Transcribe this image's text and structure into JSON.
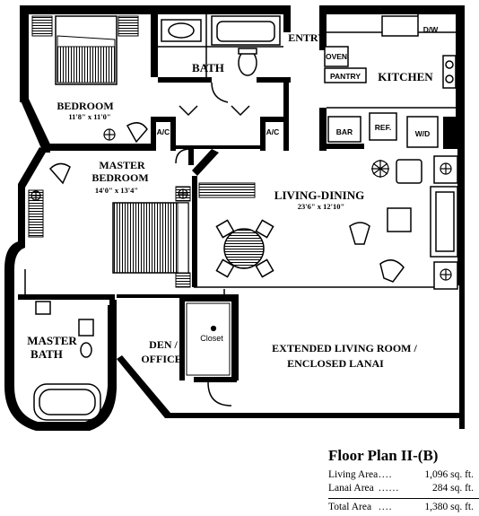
{
  "rooms": {
    "bedroom": {
      "name": "BEDROOM",
      "dims": "11'8\" x 11'0\""
    },
    "bath": {
      "name": "BATH"
    },
    "entry": {
      "name": "ENTRY"
    },
    "kitchen": {
      "name": "KITCHEN"
    },
    "master_bedroom": {
      "name_line1": "MASTER",
      "name_line2": "BEDROOM",
      "dims": "14'0\" x 13'4\""
    },
    "living_dining": {
      "name": "LIVING-DINING",
      "dims": "23'6\" x 12'10\""
    },
    "master_bath": {
      "name_line1": "MASTER",
      "name_line2": "BATH"
    },
    "den": {
      "name_line1": "DEN /",
      "name_line2": "OFFICE"
    },
    "closet": {
      "name": "Closet"
    },
    "lanai": {
      "name_line1": "EXTENDED LIVING ROOM /",
      "name_line2": "ENCLOSED LANAI"
    }
  },
  "appliances": {
    "ac_left": "A/C",
    "ac_right": "A/C",
    "oven": "OVEN",
    "pantry": "PANTRY",
    "dw": "D/W",
    "bar": "BAR",
    "ref": "REF.",
    "wd": "W/D"
  },
  "legend": {
    "title": "Floor Plan II-(B)",
    "rows": [
      {
        "label": "Living Area",
        "dots": "....",
        "value": "1,096 sq. ft."
      },
      {
        "label": "Lanai Area",
        "dots": "......",
        "value": "284 sq. ft."
      }
    ],
    "total": {
      "label": "Total Area",
      "dots": "....",
      "value": "1,380 sq. ft."
    }
  }
}
